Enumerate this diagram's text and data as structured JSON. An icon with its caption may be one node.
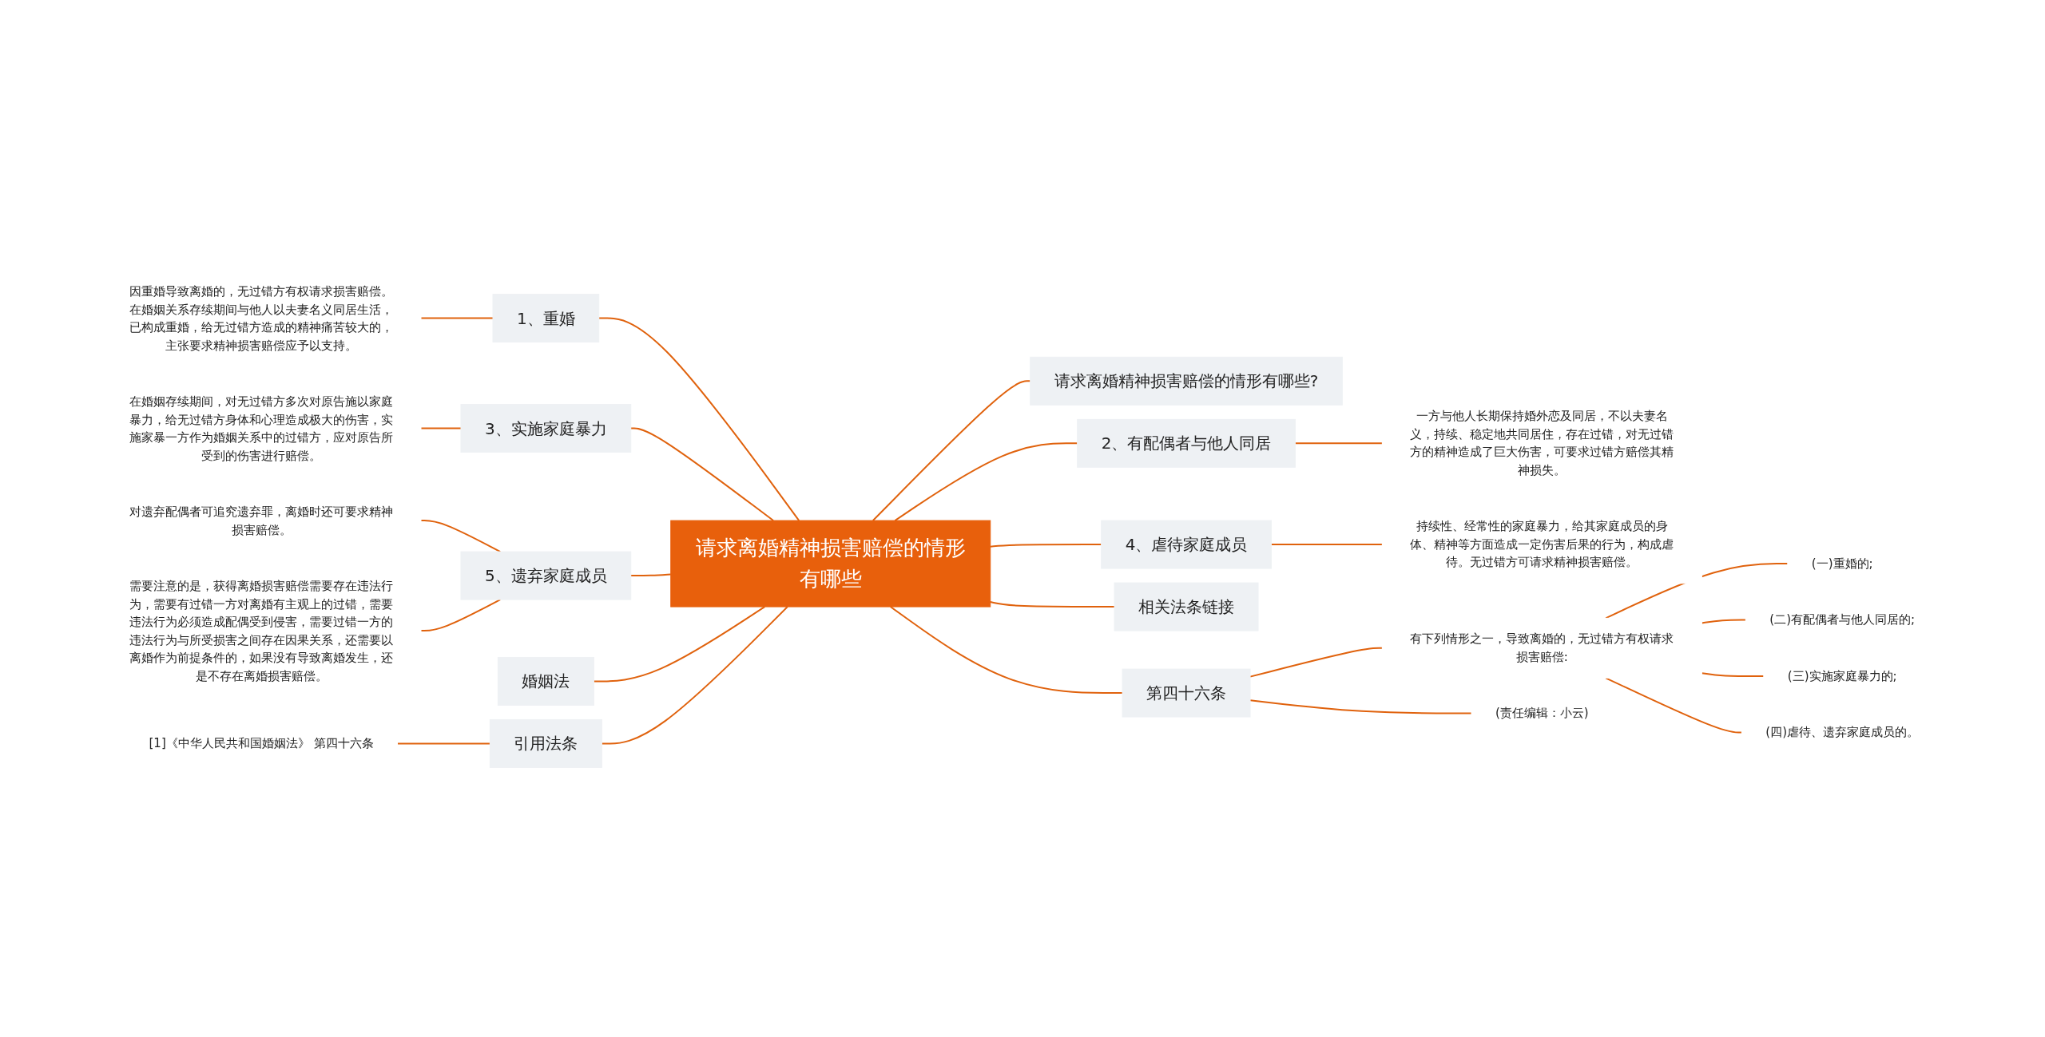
{
  "diagram": {
    "nodes": [
      {
        "text": [
          "请求离婚精神损害赔偿的情形有哪些"
        ]
      },
      {
        "text": [
          "1、重婚"
        ]
      },
      {
        "text": [
          "因重婚导致离婚的，无过错方有权请求损害赔偿。在婚姻关系存续期间与他人以夫妻名义同居生活，已构成重婚，给无过错方造成的精神痛苦较大的，主张要求精神损害赔偿应予以支持。"
        ]
      },
      {
        "text": [
          "3、实施家庭暴力"
        ]
      },
      {
        "text": [
          "在婚姻存续期间，对无过错方多次对原告施以家庭暴力，给无过错方身体和心理造成极大的伤害，实施家暴一方作为婚姻关系中的过错方，应对原告所受到的伤害进行赔偿。"
        ]
      },
      {
        "text": [
          "5、遗弃家庭成员"
        ]
      },
      {
        "text": [
          "对遗弃配偶者可追究遗弃罪，离婚时还可要求精神损害赔偿。"
        ]
      },
      {
        "text": [
          "需要注意的是，获得离婚损害赔偿需要存在违法行为，需要有过错一方对离婚有主观上的过错，需要违法行为必须造成配偶受到侵害，需要过错一方的违法行为与所受损害之间存在因果关系，还需要以离婚作为前提条件的，如果没有导致离婚发生，还是不存在离婚损害赔偿。"
        ]
      },
      {
        "text": [
          "婚姻法"
        ]
      },
      {
        "text": [
          "引用法条"
        ]
      },
      {
        "text": [
          "[1]《中华人民共和国婚姻法》 第四十六条"
        ]
      },
      {
        "text": [
          "请求离婚精神损害赔偿的情形有哪些?"
        ]
      },
      {
        "text": [
          "2、有配偶者与他人同居"
        ]
      },
      {
        "text": [
          "一方与他人长期保持婚外恋及同居，不以夫妻名义，持续、稳定地共同居住，存在过错，对无过错方的精神造成了巨大伤害，可要求过错方赔偿其精神损失。"
        ]
      },
      {
        "text": [
          "4、虐待家庭成员"
        ]
      },
      {
        "text": [
          "持续性、经常性的家庭暴力，给其家庭成员的身体、精神等方面造成一定伤害后果的行为，构成虐待。无过错方可请求精神损害赔偿。"
        ]
      },
      {
        "text": [
          "相关法条链接"
        ]
      },
      {
        "text": [
          "第四十六条"
        ]
      },
      {
        "text": [
          "有下列情形之一，导致离婚的，无过错方有权请求损害赔偿:"
        ]
      },
      {
        "text": [
          "(一)重婚的;"
        ]
      },
      {
        "text": [
          "(二)有配偶者与他人同居的;"
        ]
      },
      {
        "text": [
          "(三)实施家庭暴力的;"
        ]
      },
      {
        "text": [
          "(四)虐待、遗弃家庭成员的。"
        ]
      },
      {
        "text": [
          "(责任编辑：小云)"
        ]
      }
    ],
    "edges": [
      {
        "from": 2,
        "to": 1,
        "arrow": "none"
      },
      {
        "from": 1,
        "to": 0,
        "arrow": "none"
      },
      {
        "from": 4,
        "to": 3,
        "arrow": "none"
      },
      {
        "from": 3,
        "to": 0,
        "arrow": "none"
      },
      {
        "from": 6,
        "to": 5,
        "arrow": "none"
      },
      {
        "from": 7,
        "to": 5,
        "arrow": "none"
      },
      {
        "from": 5,
        "to": 0,
        "arrow": "none"
      },
      {
        "from": 8,
        "to": 0,
        "arrow": "none"
      },
      {
        "from": 10,
        "to": 9,
        "arrow": "none"
      },
      {
        "from": 9,
        "to": 0,
        "arrow": "none"
      },
      {
        "from": 0,
        "to": 11,
        "arrow": "none"
      },
      {
        "from": 0,
        "to": 12,
        "arrow": "none"
      },
      {
        "from": 12,
        "to": 13,
        "arrow": "none"
      },
      {
        "from": 0,
        "to": 14,
        "arrow": "none"
      },
      {
        "from": 14,
        "to": 15,
        "arrow": "none"
      },
      {
        "from": 0,
        "to": 16,
        "arrow": "none"
      },
      {
        "from": 0,
        "to": 17,
        "arrow": "none"
      },
      {
        "from": 17,
        "to": 18,
        "arrow": "none"
      },
      {
        "from": 18,
        "to": 19,
        "arrow": "none"
      },
      {
        "from": 18,
        "to": 20,
        "arrow": "none"
      },
      {
        "from": 18,
        "to": 21,
        "arrow": "none"
      },
      {
        "from": 18,
        "to": 22,
        "arrow": "none"
      },
      {
        "from": 17,
        "to": 23,
        "arrow": "none"
      }
    ]
  }
}
